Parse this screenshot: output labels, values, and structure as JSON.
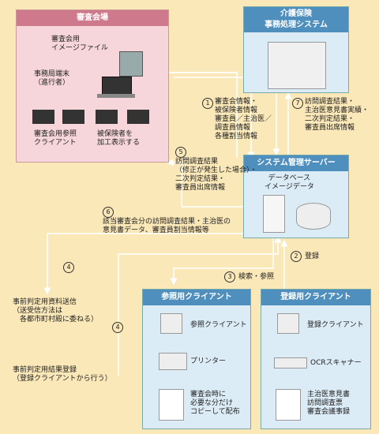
{
  "shinsa": {
    "title": "審査会場",
    "image_file": "審査会用\nイメージファイル",
    "terminal": "事務局端末\n（進行者）",
    "client_ref": "審査会用参照\nクライアント",
    "process_note": "被保険者を\n加工表示する"
  },
  "kaigo": {
    "title": "介護保険\n事務処理システム"
  },
  "server": {
    "title": "システム管理サーバー",
    "db_label": "データベース\nイメージデータ"
  },
  "ref_client_box": {
    "title": "参照用クライアント",
    "client": "参照クライアント",
    "printer": "プリンター",
    "distribute": "審査会時に\n必要な分だけ\nコピーして配布"
  },
  "reg_client_box": {
    "title": "登録用クライアント",
    "client": "登録クライアント",
    "scanner": "OCRスキャナー",
    "docs": "主治医意見書\n訪問調査票\n審査会議事録"
  },
  "flows": {
    "f1_num": "1",
    "f1_text": "審査会情報・\n被保険者情報\n審査員／主治医／\n調査員情報\n各種割当情報",
    "f7_num": "7",
    "f7_text": "訪問調査結果・\n主治医意見書実績・\n二次判定結果・\n審査員出席情報",
    "f5_num": "5",
    "f5_text": "訪問調査結果\n（修正が発生した場合）・\n二次判定結果・\n審査員出席情報",
    "f6_num": "6",
    "f6_text": "該当審査会分の訪問調査結果・主治医の\n意見書データ、審査員割当情報等",
    "f4a_num": "4",
    "f4a_text": "事前判定用資料送信\n（送受信方法は\n　各都市町村殿に委ねる）",
    "f4b_num": "4",
    "f4b_text": "事前判定用結果登録\n（登録クライアントから行う）",
    "f3_num": "3",
    "f3_text": "検索・参照",
    "f2_num": "2",
    "f2_text": "登録"
  },
  "colors": {
    "pink_bg": "#f6d6da",
    "pink_hdr": "#cf7a8c",
    "blue_bg": "#dcecf6",
    "blue_hdr": "#4f8fbd"
  }
}
